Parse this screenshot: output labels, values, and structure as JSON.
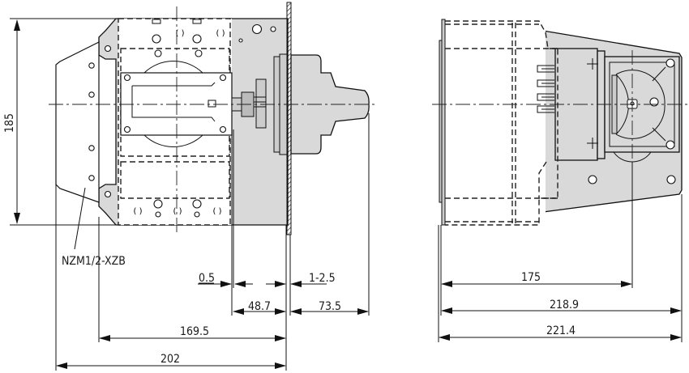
{
  "drawing": {
    "title": "Rotary handle mechanism dimension drawing",
    "views": [
      "side-view",
      "end-view"
    ],
    "colors": {
      "line": "#111111",
      "fill_grey": "#d9d9d9",
      "background": "#ffffff"
    }
  },
  "side_view": {
    "height_label": "185",
    "part_label": "NZM1/2-XZB",
    "dims": {
      "d_0_5": "0.5",
      "d_1_2_5": "1-2.5",
      "d_48_7": "48.7",
      "d_73_5": "73.5",
      "d_169_5": "169.5",
      "d_202": "202"
    }
  },
  "end_view": {
    "dims": {
      "d_175": "175",
      "d_218_9": "218.9",
      "d_221_4": "221.4"
    }
  }
}
